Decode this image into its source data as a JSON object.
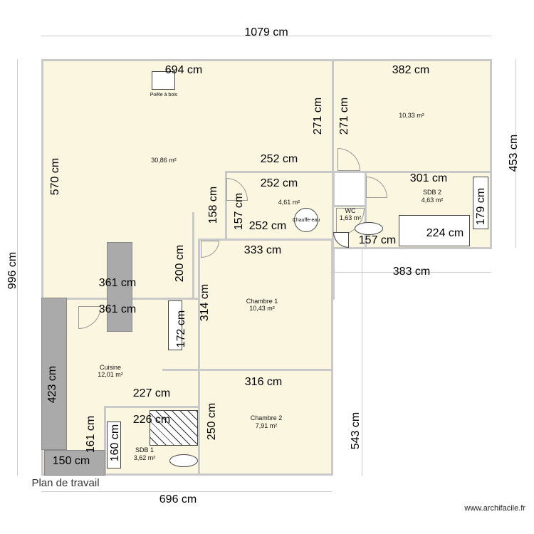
{
  "dims": [
    "1079 cm",
    "996 cm",
    "453 cm",
    "543 cm",
    "696 cm",
    "383 cm",
    "694 cm",
    "382 cm",
    "570 cm",
    "271 cm",
    "271 cm",
    "252 cm",
    "252 cm",
    "252 cm",
    "158 cm",
    "157 cm",
    "301 cm",
    "157 cm",
    "179 cm",
    "224 cm",
    "333 cm",
    "200 cm",
    "314 cm",
    "361 cm",
    "361 cm",
    "172 cm",
    "423 cm",
    "316 cm",
    "227 cm",
    "226 cm",
    "250 cm",
    "161 cm",
    "160 cm",
    "150 cm"
  ],
  "rooms": {
    "living": {
      "area": "30,86 m²"
    },
    "room_ne": {
      "area": "10,33 m²"
    },
    "hall": {
      "area": "4,61 m²"
    },
    "wc": {
      "name": "WC",
      "area": "1,63 m²"
    },
    "sdb2": {
      "name": "SDB 2",
      "area": "4,63 m²"
    },
    "chambre1": {
      "name": "Chambre 1",
      "area": "10,43 m²"
    },
    "chambre2": {
      "name": "Chambre 2",
      "area": "7,91 m²"
    },
    "cuisine": {
      "name": "Cuisine",
      "area": "12,01 m²"
    },
    "sdb1": {
      "name": "SDB 1",
      "area": "3,62 m²"
    }
  },
  "fixtures": {
    "stove": "Poêle à bois",
    "water_heater": "Chauffe-eau",
    "worktop": "Plan de travail"
  },
  "watermark": "www.archifacile.fr"
}
